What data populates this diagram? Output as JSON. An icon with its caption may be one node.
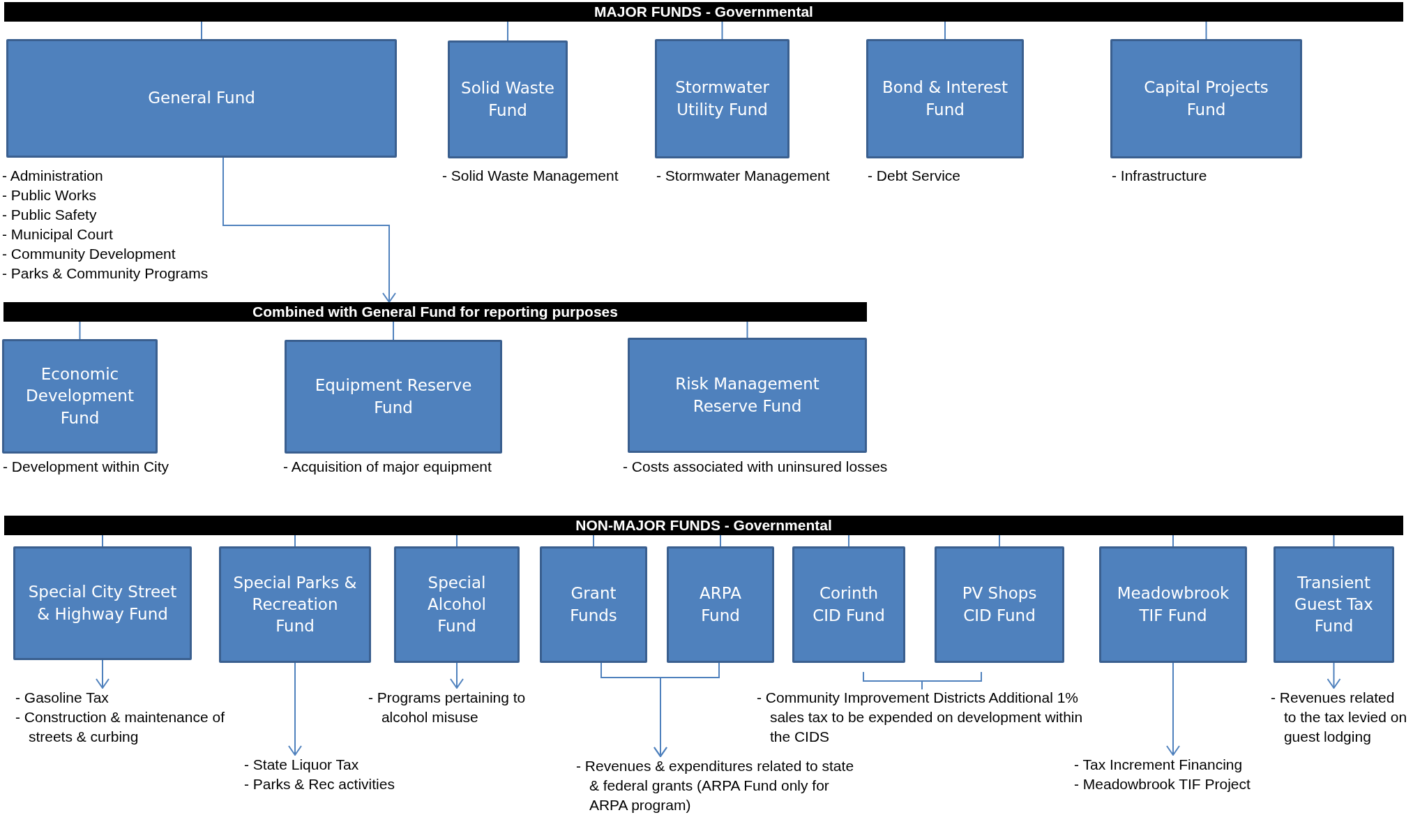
{
  "diagram": {
    "nodes": [
      {
        "text": [
          "MAJOR FUNDS - Governmental"
        ]
      },
      {
        "text": [
          "General Fund"
        ],
        "beside": [
          "- Administration",
          "- Public Works",
          "- Public Safety",
          "- Municipal Court",
          "- Community Development",
          "- Parks & Community Programs"
        ]
      },
      {
        "text": [
          "Solid Waste Fund"
        ],
        "beside": [
          "- Solid Waste Management"
        ]
      },
      {
        "text": [
          "Stormwater Utility Fund"
        ],
        "beside": [
          "- Stormwater Management"
        ]
      },
      {
        "text": [
          "Bond & Interest Fund"
        ],
        "beside": [
          "- Debt Service"
        ]
      },
      {
        "text": [
          "Capital Projects Fund"
        ],
        "beside": [
          "- Infrastructure"
        ]
      },
      {
        "text": [
          "Combined with General Fund for reporting purposes"
        ]
      },
      {
        "text": [
          "Economic Development Fund"
        ],
        "beside": [
          "- Development within City"
        ]
      },
      {
        "text": [
          "Equipment Reserve Fund"
        ],
        "beside": [
          "- Acquisition of major equipment"
        ]
      },
      {
        "text": [
          "Risk Management Reserve Fund"
        ],
        "beside": [
          "- Costs associated with uninsured losses"
        ]
      },
      {
        "text": [
          "NON-MAJOR FUNDS - Governmental"
        ]
      },
      {
        "text": [
          "Special City Street & Highway Fund"
        ]
      },
      {
        "text": [
          "Special Parks & Recreation Fund"
        ]
      },
      {
        "text": [
          "Special Alcohol Fund"
        ]
      },
      {
        "text": [
          "Grant Funds"
        ]
      },
      {
        "text": [
          "ARPA Fund"
        ]
      },
      {
        "text": [
          "Corinth CID Fund"
        ]
      },
      {
        "text": [
          "PV Shops CID Fund"
        ]
      },
      {
        "text": [
          "Meadowbrook TIF Fund"
        ]
      },
      {
        "text": [
          "Transient Guest Tax Fund"
        ]
      },
      {
        "text": [
          "- Gasoline Tax",
          "- Construction & maintenance of streets & curbing"
        ]
      },
      {
        "text": [
          "- State Liquor Tax",
          "- Parks & Rec activities"
        ]
      },
      {
        "text": [
          "- Programs pertaining to alcohol misuse"
        ]
      },
      {
        "text": [
          "- Revenues & expenditures related to state & federal grants (ARPA Fund only for ARPA program)"
        ]
      },
      {
        "text": [
          "- Tax Increment Financing",
          "- Meadowbrook TIF Project"
        ]
      },
      {
        "text": [
          "- Revenues related to the tax levied on guest lodging"
        ]
      }
    ],
    "edges": [
      {
        "from": 0,
        "to": 1,
        "arrow": "none"
      },
      {
        "from": 0,
        "to": 2,
        "arrow": "none"
      },
      {
        "from": 0,
        "to": 3,
        "arrow": "none"
      },
      {
        "from": 0,
        "to": 4,
        "arrow": "none"
      },
      {
        "from": 0,
        "to": 5,
        "arrow": "none"
      },
      {
        "from": 1,
        "to": 6,
        "arrow": "to"
      },
      {
        "from": 6,
        "to": 7,
        "arrow": "none"
      },
      {
        "from": 6,
        "to": 8,
        "arrow": "none"
      },
      {
        "from": 6,
        "to": 9,
        "arrow": "none"
      },
      {
        "from": 10,
        "to": 11,
        "arrow": "none"
      },
      {
        "from": 10,
        "to": 12,
        "arrow": "none"
      },
      {
        "from": 10,
        "to": 13,
        "arrow": "none"
      },
      {
        "from": 10,
        "to": 14,
        "arrow": "none"
      },
      {
        "from": 10,
        "to": 15,
        "arrow": "none"
      },
      {
        "from": 10,
        "to": 16,
        "arrow": "none"
      },
      {
        "from": 10,
        "to": 17,
        "arrow": "none"
      },
      {
        "from": 10,
        "to": 18,
        "arrow": "none"
      },
      {
        "from": 10,
        "to": 19,
        "arrow": "none"
      },
      {
        "from": 11,
        "to": 20,
        "arrow": "to"
      },
      {
        "from": 12,
        "to": 21,
        "arrow": "to"
      },
      {
        "from": 13,
        "to": 22,
        "arrow": "to"
      },
      {
        "from": 14,
        "to": 23,
        "arrow": "to"
      },
      {
        "from": 15,
        "to": 23,
        "arrow": "to"
      },
      {
        "from": 18,
        "to": 24,
        "arrow": "to"
      },
      {
        "from": 19,
        "to": 25,
        "arrow": "to"
      }
    ],
    "labels": [
      "- Community Improvement Districts Additional 1% sales tax to be expended on development within the CIDS"
    ]
  }
}
